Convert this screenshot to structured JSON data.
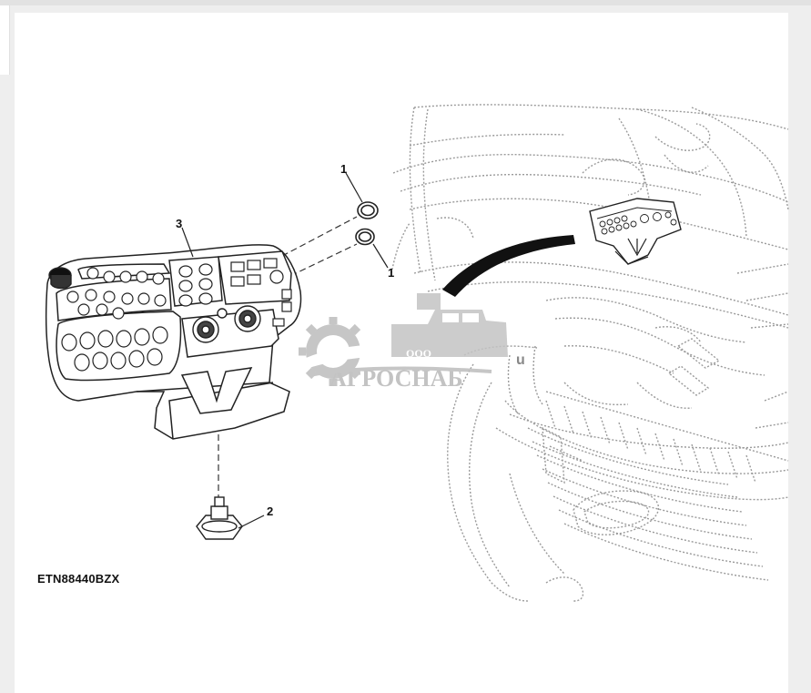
{
  "callouts": {
    "c1a": "1",
    "c1b": "1",
    "c2": "2",
    "c3": "3"
  },
  "figure_code": "ETN88440BZX",
  "watermark": {
    "small": "ООО",
    "brand": "АГРОСНАБ"
  },
  "engine_mark": "u",
  "colors": {
    "line": "#222222",
    "dotted": "#999999",
    "watermark": "#b9b9b9"
  }
}
